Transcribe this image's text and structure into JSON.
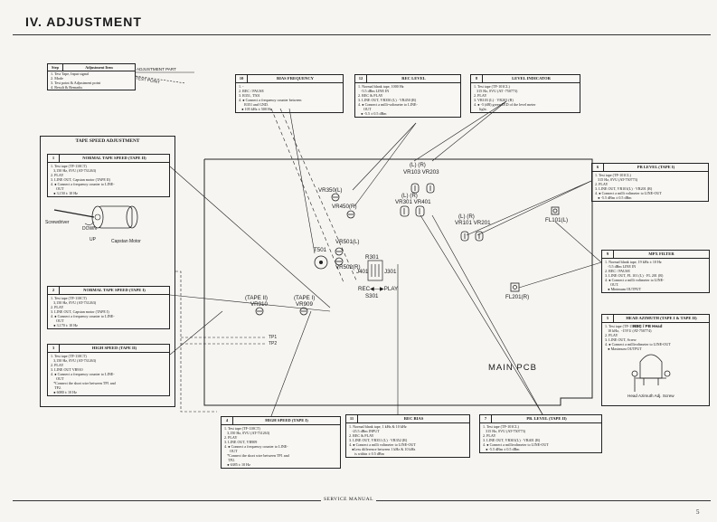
{
  "page": {
    "heading": "IV.  ADJUSTMENT",
    "footer": "SERVICE MANUAL",
    "page_number": "5"
  },
  "legend": {
    "col1": "Step",
    "col2": "Adjustment Item",
    "items": [
      "1. Test Tape, Input signal",
      "2. Mode",
      "3. Test point & Adjustment point",
      "4. Result & Remarks"
    ],
    "adjustment_part": "ADJUSTMENT PART",
    "test_point": "TEST POINT"
  },
  "tape_speed": {
    "title": "TAPE SPEED ADJUSTMENT",
    "screwdriver": "Screwdriver",
    "down": "DOWN",
    "up": "UP",
    "capstan_motor": "Capstan Motor"
  },
  "boxes": {
    "b1": {
      "num": "1",
      "title": "NORMAL TAPE SPEED (TAPE II)",
      "lines": [
        "1. Test tape (TF-110CT)",
        "   3,150 Hz, 0VU (AT-731263)",
        "2. PLAY",
        "3. LINE OUT, Capstan motor (TAPE II)",
        "4. ● Connect a frequency counter to LINE-",
        "      OUT",
        "   ● 3,150 ± 10 Hz"
      ]
    },
    "b2": {
      "num": "2",
      "title": "NORMAL TAPE SPEED (TAPE I)",
      "lines": [
        "1. Test tape (TF-110CT)",
        "   3,150 Hz, 0VU (AT-731263)",
        "2. PLAY",
        "3. LINE OUT, Capstan motor (TAPE I)",
        "4. ● Connect a frequency counter to LINE-",
        "      OUT",
        "   ● 3,170 ± 10 Hz"
      ]
    },
    "b3": {
      "num": "3",
      "title": "HIGH SPEED (TAPE II)",
      "lines": [
        "1. Test tape (TF-110CT)",
        "   3,150 Hz, 0VU (AT-731263)",
        "2. PLAY",
        "3. LINE OUT VR910",
        "4. ● Connect a frequency counter to LINE-",
        "      OUT",
        "   *Connect the short wire between TP1 and",
        "    TP2.",
        "   ● 6080 ± 10 Hz"
      ]
    },
    "b4": {
      "num": "4",
      "title": "HIGH SPEED (TAPE I)",
      "lines": [
        "1. Test tape (TF-110CT)",
        "   3,150 Hz, 0VU (AT-731263)",
        "2. PLAY",
        "3. LINE OUT, VR909",
        "4. ● Connect a frequency counter to LINE-",
        "      OUT",
        "   *Connect the short wire between TP1 and",
        "    TP2.",
        "   ● 6385 ± 10 Hz"
      ]
    },
    "b5": {
      "num": "5",
      "title": "HEAD AZIMUTH (TAPE I & TAPE II)",
      "lines": [
        "1. Test tape (TF-156CH)",
        "   10 kHz,  -15VU (AT-750774)",
        "2. PLAY",
        "3. LINE OUT, Screw",
        "4. ● Connect a millivoltmeter to LINE-OUT",
        "   ● Maximum OUTPUT"
      ]
    },
    "b6": {
      "num": "6",
      "title": "PB LEVEL (TAPE I)",
      "lines": [
        "1. Test tape (TF-101CL)",
        "   315 Hz, 0VU (AT-750773)",
        "2. PLAY",
        "3. LINE OUT, VR101(L) · VR201 (R)",
        "4. ● Connect a milli voltmeter to LINE-OUT",
        "   ● -5.5 dBm ± 0.5 dBm"
      ]
    },
    "b7": {
      "num": "7",
      "title": "PB. LEVEL (TAPE II)",
      "lines": [
        "1. Test tape (TF-101CL)",
        "   315 Hz, 0VU (AT-750773)",
        "2. PLAY",
        "3. LINE OUT, VR301(L) · VR401 (R)",
        "4. ● Connect a millivoltmeter to LINE-OUT",
        "   ● -5.5 dBm ± 0.5 dBm"
      ]
    },
    "b8": {
      "num": "8",
      "title": "LEVEL INDICATOR",
      "lines": [
        "1. Test tape (TF-101CL)",
        "   315 Hz, 0VU (AT -750773)",
        "2. PLAY",
        "3. VR103 (L) · VR203 (R)",
        "4. ● -5 (dB) green LED of the level meter",
        "      light."
      ]
    },
    "b9": {
      "num": "9",
      "title": "MPX FILTER",
      "lines": [
        "1. Normal blank tape, 19 kHz ± 10 Hz",
        "   -5.5 dBm LINE IN",
        "2. REC / PAUSE",
        "3. LINE OUT, FL 101 (L) · FL 201 (R)",
        "4. ● Connect a milli voltmeter to LINE-",
        "      OUT.",
        "   ● Minimum OUTPUT"
      ]
    },
    "b10": {
      "num": "10",
      "title": "BIAS FREQUENCY",
      "lines": [
        "1. -",
        "2. REC / PAUSE",
        "3. R351, T501",
        "4. ● Connect a frequency counter between",
        "      R351 and GND.",
        "   ● 105 kHz ± 500 Hz"
      ]
    },
    "b11": {
      "num": "11",
      "title": "REC BIAS",
      "lines": [
        "1. Normal blank tape, 1 kHz & 10 kHz",
        "   -25.5 dBm INPUT",
        "2. REC & PLAY",
        "3. LINE OUT, VR351 (L) · VR352 (R)",
        "4. ● Connect a milli voltmeter to LINE-OUT",
        "   ●Less difference between 1 kHz & 10 kHz",
        "      is within ± 0.5 dBm"
      ]
    },
    "b12": {
      "num": "12",
      "title": "REC LEVEL",
      "lines": [
        "1. Normal blank tape, 1000 Hz",
        "   -5.5 dBm LINE IN",
        "2. REC & PLAY",
        "3. LINE OUT, VR350 (L) · VR450 (R)",
        "4. ● Connect a milli-voltmeter to LINE-",
        "      OUT",
        "   ● -5.5 ± 0.5 dBm"
      ]
    }
  },
  "pcb": {
    "main_pcb": "MAIN PCB",
    "lr_top": "(L)  (R)",
    "vr103_vr203": "VR103  VR203",
    "vr350": "VR350(L)",
    "vr450": "VR450(R)",
    "lr_mid": "(L)  (R)",
    "vr301_vr401": "VR301 VR401",
    "lr_right": "(L)  (R)",
    "vr101_vr201": "VR101 VR201",
    "fl101": "FL101(L)",
    "t501": "T501",
    "vr501": "VR501(L)",
    "vr502": "VR502(R)",
    "r301": "R301",
    "j401": "J401",
    "j301": "J301",
    "rec_play": "REC◀—▶PLAY",
    "s301": "S301",
    "fl201": "FL201(R)",
    "tape2": "(TAPE II)",
    "tape1": "(TAPE I)",
    "vr910": "VR910",
    "vr909": "VR909",
    "tp1": "TP1",
    "tp2": "TP2"
  },
  "head": {
    "rec_pb": "REC / PB Head",
    "caption": "Head Azimuth Adj. Screw"
  }
}
